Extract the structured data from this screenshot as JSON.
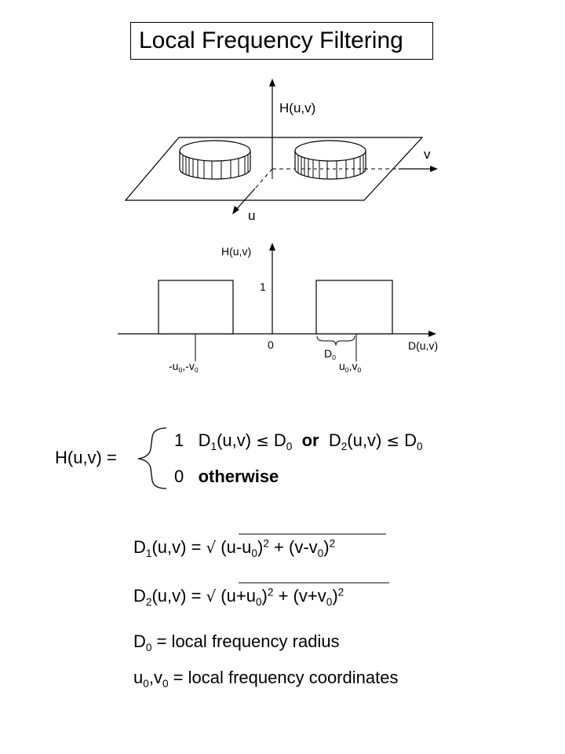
{
  "title": "Local Frequency Filtering",
  "diagram3d": {
    "axis_h": "H(u,v)",
    "axis_v": "v",
    "axis_u": "u"
  },
  "diagram2d": {
    "axis_h": "H(u,v)",
    "axis_d": "D(u,v)",
    "tick_one": "1",
    "origin": "0",
    "d0": "D",
    "d0_sub": "0",
    "pos_u": "u",
    "pos_u_sub": "0",
    "pos_v": "v",
    "pos_v_sub": "0",
    "neg_u": "-u",
    "neg_u_sub": "0",
    "neg_v": "-v",
    "neg_v_sub": "0"
  },
  "piecewise": {
    "lhs": "H(u,v) =",
    "case1": {
      "value": "1",
      "d1": "D",
      "d1_sub": "1",
      "args1": "(u,v)",
      "le": "≤",
      "d0a": "D",
      "d0a_sub": "0",
      "or": "or",
      "d2": "D",
      "d2_sub": "2",
      "args2": "(u,v)",
      "d0b": "D",
      "d0b_sub": "0"
    },
    "case2": {
      "value": "0",
      "text": "otherwise"
    }
  },
  "equations": {
    "d1": {
      "lhs": "D",
      "lhs_sub": "1",
      "lhs_rest": "(u,v) =",
      "sqrt": "√",
      "t1": "(u-u",
      "t1_sub": "0",
      "t1_close": ")",
      "t1_sup": "2",
      "plus": "+",
      "t2": "(v-v",
      "t2_sub": "0",
      "t2_close": ")",
      "t2_sup": "2"
    },
    "d2": {
      "lhs": "D",
      "lhs_sub": "2",
      "lhs_rest": "(u,v) =",
      "sqrt": "√",
      "t1": "(u+u",
      "t1_sub": "0",
      "t1_close": ")",
      "t1_sup": "2",
      "plus": "+",
      "t2": "(v+v",
      "t2_sub": "0",
      "t2_close": ")",
      "t2_sup": "2"
    },
    "def_d0": {
      "sym": "D",
      "sym_sub": "0",
      "text": "= local frequency radius"
    },
    "def_uv": {
      "u": "u",
      "u_sub": "0",
      "comma": ",",
      "v": "v",
      "v_sub": "0",
      "text": "= local frequency coordinates"
    }
  }
}
